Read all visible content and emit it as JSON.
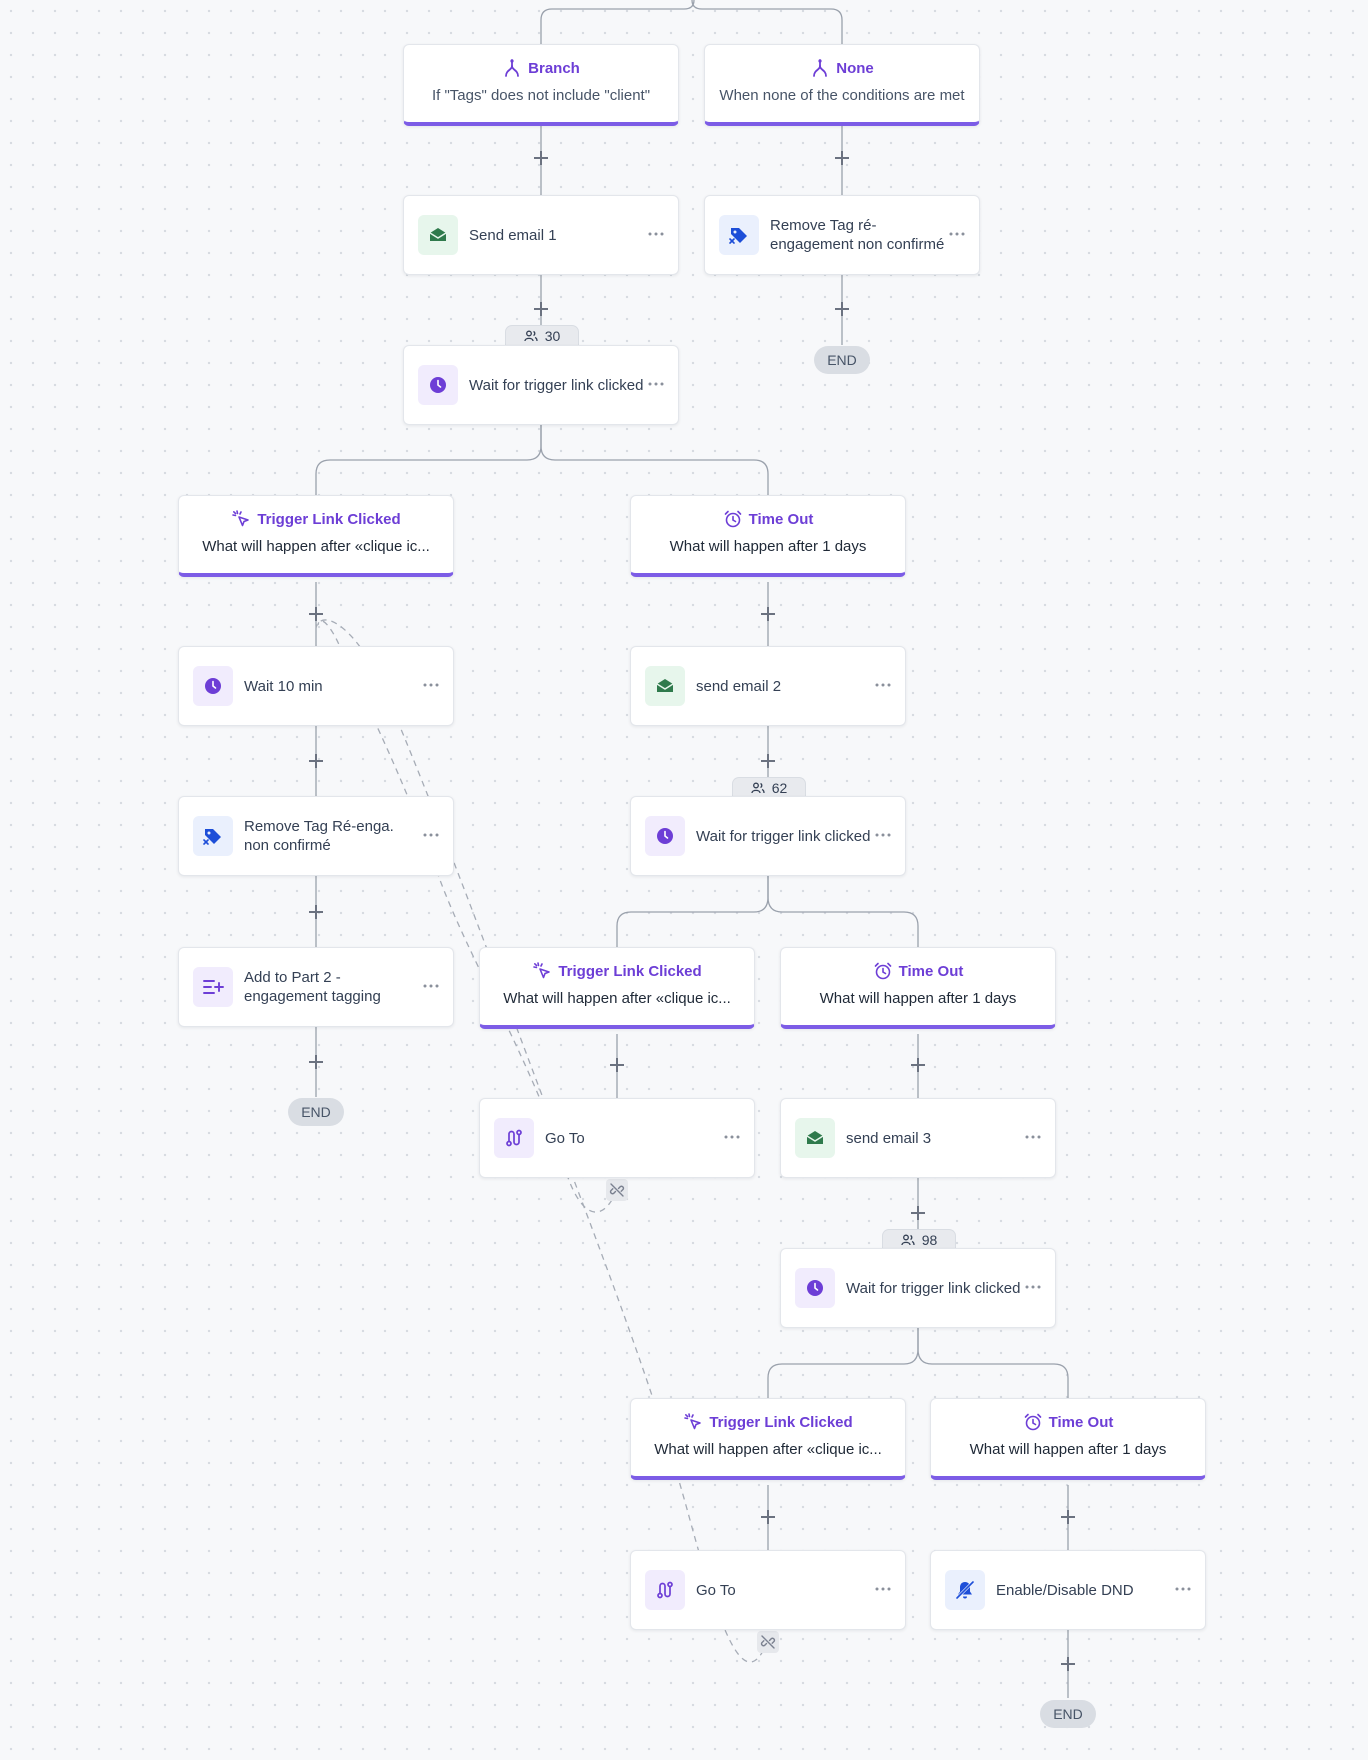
{
  "nodes": [
    {
      "id": "branch",
      "kind": "condition",
      "icon": "branch-icon",
      "title": "Branch",
      "subtitle": "If \"Tags\" does not include \"client\""
    },
    {
      "id": "none",
      "kind": "condition",
      "icon": "branch-icon",
      "title": "None",
      "subtitle": "When none of the conditions are met"
    },
    {
      "id": "send1",
      "kind": "action",
      "icon": "email-icon",
      "label": "Send email 1"
    },
    {
      "id": "removetag1",
      "kind": "action",
      "icon": "tag-remove-icon",
      "label": "Remove Tag ré-engagement non confirmé"
    },
    {
      "id": "wait1",
      "kind": "action",
      "icon": "clock-icon",
      "label": "Wait for trigger link clicked"
    },
    {
      "id": "tlc1",
      "kind": "condition",
      "icon": "cursor-click-icon",
      "title": "Trigger Link Clicked",
      "subtitle": "What will happen after «clique ic..."
    },
    {
      "id": "to1",
      "kind": "condition",
      "icon": "alarm-icon",
      "title": "Time Out",
      "subtitle": "What will happen after 1 days"
    },
    {
      "id": "wait10",
      "kind": "action",
      "icon": "clock-icon",
      "label": "Wait 10 min"
    },
    {
      "id": "send2",
      "kind": "action",
      "icon": "email-icon",
      "label": "send email 2"
    },
    {
      "id": "removetag2",
      "kind": "action",
      "icon": "tag-remove-icon",
      "label": "Remove Tag Ré-enga. non confirmé"
    },
    {
      "id": "wait2",
      "kind": "action",
      "icon": "clock-icon",
      "label": "Wait for trigger link clicked"
    },
    {
      "id": "addpart2",
      "kind": "action",
      "icon": "list-add-icon",
      "label": "Add to Part 2 - engagement tagging"
    },
    {
      "id": "tlc2",
      "kind": "condition",
      "icon": "cursor-click-icon",
      "title": "Trigger Link Clicked",
      "subtitle": "What will happen after «clique ic..."
    },
    {
      "id": "to2",
      "kind": "condition",
      "icon": "alarm-icon",
      "title": "Time Out",
      "subtitle": "What will happen after 1 days"
    },
    {
      "id": "goto1",
      "kind": "action",
      "icon": "goto-icon",
      "label": "Go To"
    },
    {
      "id": "send3",
      "kind": "action",
      "icon": "email-icon",
      "label": "send email 3"
    },
    {
      "id": "wait3",
      "kind": "action",
      "icon": "clock-icon",
      "label": "Wait for trigger link clicked"
    },
    {
      "id": "tlc3",
      "kind": "condition",
      "icon": "cursor-click-icon",
      "title": "Trigger Link Clicked",
      "subtitle": "What will happen after «clique ic..."
    },
    {
      "id": "to3",
      "kind": "condition",
      "icon": "alarm-icon",
      "title": "Time Out",
      "subtitle": "What will happen after 1 days"
    },
    {
      "id": "goto2",
      "kind": "action",
      "icon": "goto-icon",
      "label": "Go To"
    },
    {
      "id": "dnd",
      "kind": "action",
      "icon": "bell-off-icon",
      "label": "Enable/Disable DND"
    }
  ],
  "badges": {
    "wait1": "30",
    "wait2": "62",
    "wait3": "98"
  },
  "end_label": "END",
  "colors": {
    "accent": "#7c5ce6",
    "condition_title": "#6d3ed6",
    "email_icon": "#2f7a4c",
    "tag_icon": "#1d4ed8",
    "clock_icon": "#6d3ed6"
  }
}
